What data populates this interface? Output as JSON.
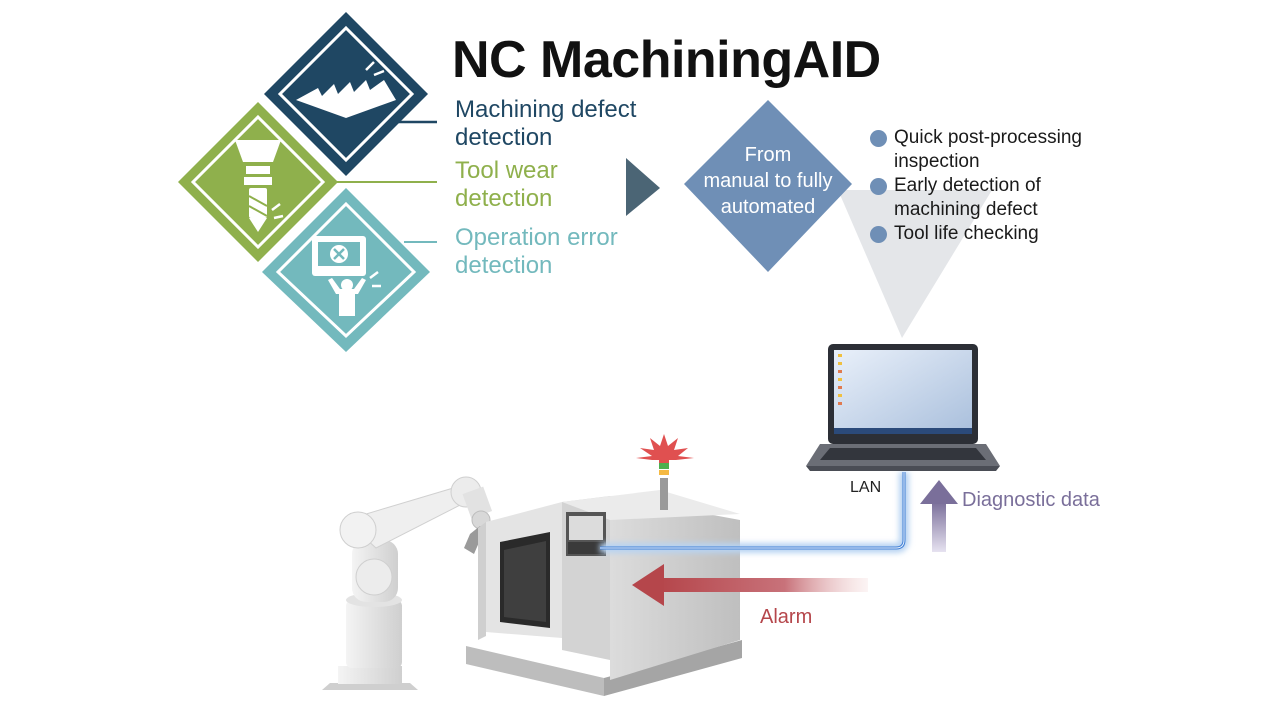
{
  "title": "NC MachiningAID",
  "categories": [
    {
      "line1": "Machining defect",
      "line2": "detection",
      "color": "#1f4763",
      "icon": "machining-defect-icon"
    },
    {
      "line1": "Tool wear",
      "line2": "detection",
      "color": "#8fb04c",
      "icon": "tool-wear-icon"
    },
    {
      "line1": "Operation error",
      "line2": "detection",
      "color": "#73b9bd",
      "icon": "operation-error-icon"
    }
  ],
  "transition": {
    "line1": "From",
    "line2": "manual to fully",
    "line3": "automated",
    "color": "#6f8fb6"
  },
  "benefits": [
    {
      "line1": "Quick post-processing",
      "line2": "inspection"
    },
    {
      "line1": "Early detection of",
      "line2": "machining defect"
    },
    {
      "line1": "Tool life checking",
      "line2": ""
    }
  ],
  "network": {
    "lan_label": "LAN",
    "diagnostic_label": "Diagnostic data",
    "alarm_label": "Alarm"
  },
  "colors": {
    "navy": "#1f4763",
    "green": "#8fb04c",
    "teal": "#73b9bd",
    "blue_diamond": "#6f8fb6",
    "alarm_red": "#b5464b",
    "diagnostic_purple": "#7a6f9a",
    "lan_blue": "#3f7fd6"
  }
}
